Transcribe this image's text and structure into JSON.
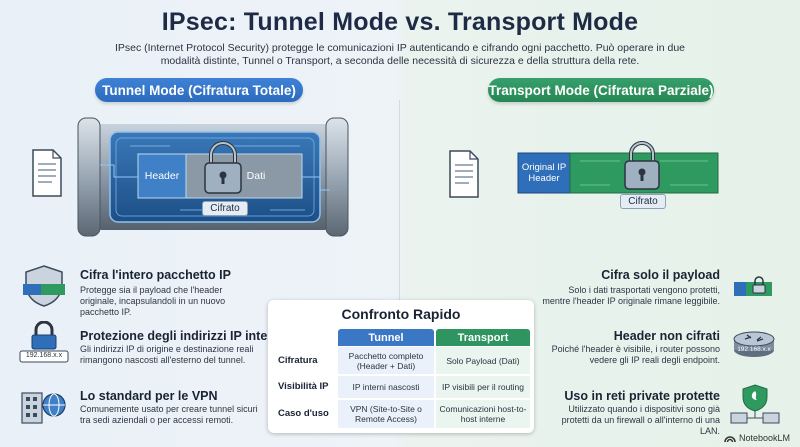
{
  "header": {
    "title": "IPsec: Tunnel Mode vs. Transport Mode",
    "subtitle": "IPsec (Internet Protocol Security) protegge le comunicazioni IP autenticando e cifrando ogni pacchetto. Può operare in due modalità distinte, Tunnel o Transport, a seconda delle necessità di sicurezza e della struttura della rete."
  },
  "tunnel": {
    "badge": "Tunnel Mode (Cifratura Totale)",
    "diagram": {
      "header": "Header",
      "data": "Dati",
      "encrypted": "Cifrato"
    },
    "features": [
      {
        "title": "Cifra l'intero pacchetto IP",
        "text": "Protegge sia il payload che l'header originale, incapsulandoli in un nuovo pacchetto IP."
      },
      {
        "title": "Protezione degli indirizzi IP interni",
        "text": "Gli indirizzi IP di origine e destinazione reali rimangono nascosti all'esterno del tunnel.",
        "icon_label": "192.168.x.x"
      },
      {
        "title": "Lo standard per le VPN",
        "text": "Comunemente usato per creare tunnel sicuri tra sedi aziendali o per accessi remoti."
      }
    ]
  },
  "transport": {
    "badge": "Transport Mode (Cifratura Parziale)",
    "diagram": {
      "header": "Original IP Header",
      "encrypted": "Cifrato"
    },
    "features": [
      {
        "title": "Cifra solo il payload",
        "text": "Solo i dati trasportati vengono protetti, mentre l'header IP originale rimane leggibile."
      },
      {
        "title": "Header non cifrati",
        "text": "Poiché l'header è visibile, i router possono vedere gli IP reali degli endpoint.",
        "icon_label": "192.168.x.x"
      },
      {
        "title": "Uso in reti private protette",
        "text": "Utilizzato quando i dispositivi sono già protetti da un firewall o all'interno di una LAN."
      }
    ]
  },
  "comparison": {
    "title": "Confronto Rapido",
    "columns": [
      "Tunnel",
      "Transport"
    ],
    "rows": [
      {
        "label": "Cifratura",
        "tunnel": "Pacchetto completo (Header + Dati)",
        "transport": "Solo Payload (Dati)"
      },
      {
        "label": "Visibilità IP",
        "tunnel": "IP interni nascosti",
        "transport": "IP visibili per il routing"
      },
      {
        "label": "Caso d'uso",
        "tunnel": "VPN (Site-to-Site o Remote Access)",
        "transport": "Comunicazioni host-to-host interne"
      }
    ]
  },
  "watermark": "NotebookLM",
  "colors": {
    "tunnel_blue": "#2f72c4",
    "transport_green": "#2a8a58",
    "accent_dark": "#1d2b45"
  }
}
